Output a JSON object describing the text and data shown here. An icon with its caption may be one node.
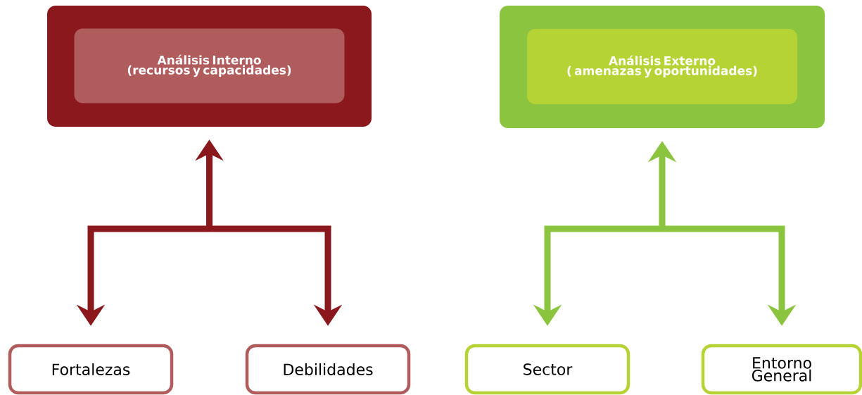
{
  "diagram": {
    "nodes": [
      {
        "text": [],
        "shape": "box"
      },
      {
        "text": [
          "Análisis Interno",
          "(recursos y capacidades)"
        ],
        "in": 0
      },
      {
        "text": [
          "Fortalezas"
        ]
      },
      {
        "text": [
          "Debilidades"
        ]
      },
      {
        "text": [],
        "shape": "box"
      },
      {
        "text": [
          "Análisis Externo",
          "( amenazas y oportunidades)"
        ],
        "in": 4
      },
      {
        "text": [
          "Sector"
        ]
      },
      {
        "text": [
          "Entorno General"
        ]
      }
    ],
    "edges": [
      {
        "from": 2,
        "to": 0,
        "arrow": "both",
        "color": "#8b181d"
      },
      {
        "from": 3,
        "to": 0,
        "arrow": "both",
        "color": "#8b181d"
      },
      {
        "from": 6,
        "to": 4,
        "arrow": "both",
        "color": "#8bc53f"
      },
      {
        "from": 7,
        "to": 4,
        "arrow": "both",
        "color": "#8bc53f"
      }
    ]
  }
}
